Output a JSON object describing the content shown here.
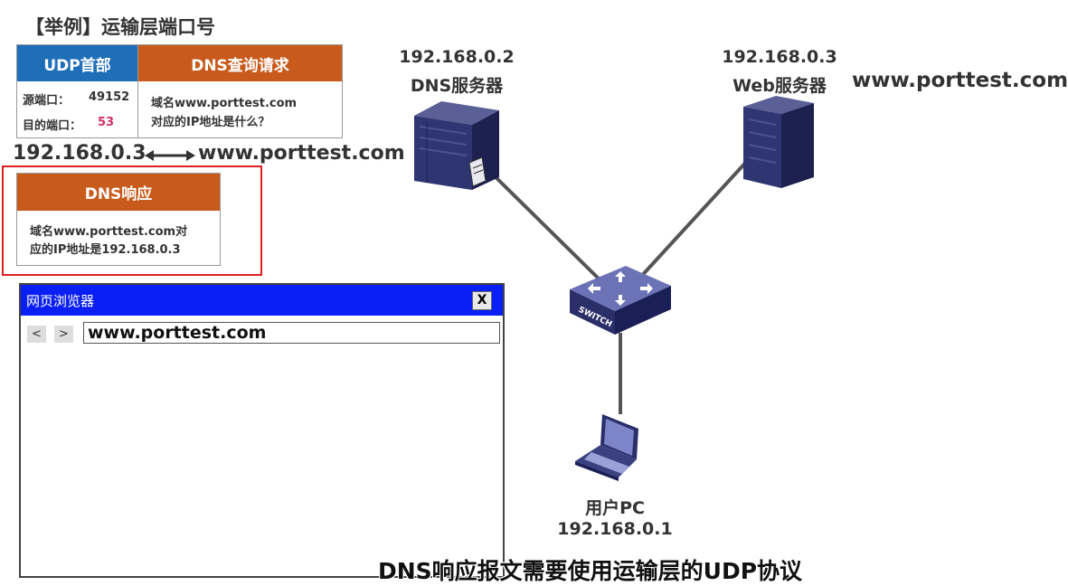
{
  "title": "【举例】运输层端口号",
  "udp_packet": {
    "header_udp": "UDP首部",
    "header_dns": "DNS查询请求",
    "src_port_label": "源端口：",
    "src_port_value": "49152",
    "dst_port_label": "目的端口：",
    "dst_port_value": "53",
    "query_line1": "域名www.porttest.com",
    "query_line2": "对应的IP地址是什么？"
  },
  "mapping": {
    "ip": "192.168.0.3",
    "domain": "www.porttest.com"
  },
  "dns_response": {
    "header": "DNS响应",
    "line1": "域名www.porttest.com对",
    "line2": "应的IP地址是192.168.0.3"
  },
  "browser": {
    "title": "网页浏览器",
    "close": "X",
    "back": "<",
    "forward": ">",
    "url": "www.porttest.com"
  },
  "dns_server": {
    "ip": "192.168.0.2",
    "name": "DNS服务器"
  },
  "web_server": {
    "ip": "192.168.0.3",
    "name": "Web服务器",
    "domain": "www.porttest.com"
  },
  "switch_label": "SWITCH",
  "pc": {
    "name": "用户PC",
    "ip": "192.168.0.1"
  },
  "subtitle": "DNS响应报文需要使用运输层的UDP协议",
  "colors": {
    "udp_blue": "#1f6fb8",
    "dns_orange": "#c85a1c",
    "highlight_red": "#e02020",
    "browser_bar": "#0a1ff5",
    "port_pink": "#d0306a"
  }
}
